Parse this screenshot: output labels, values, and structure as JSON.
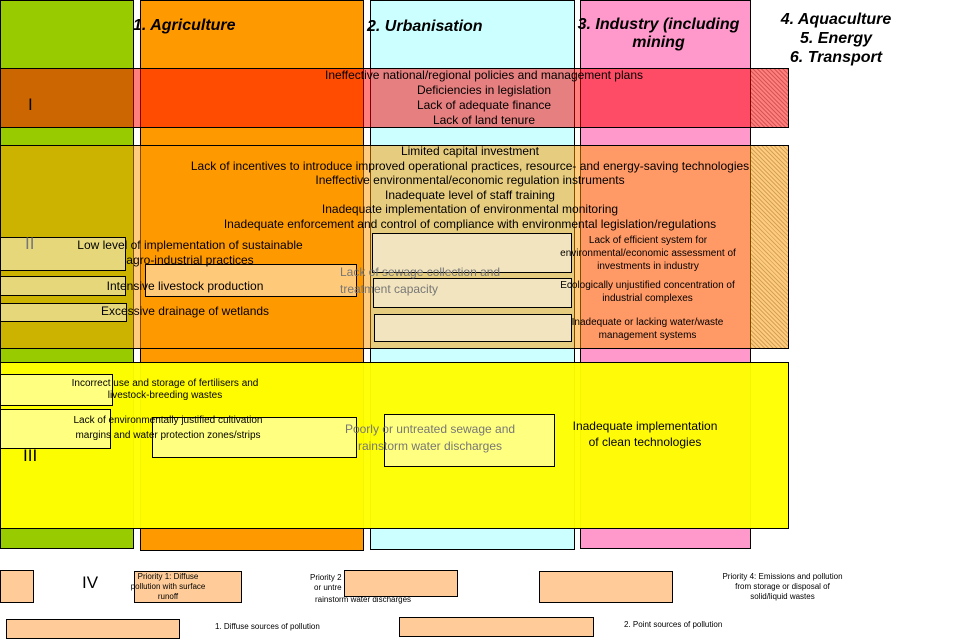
{
  "columns": [
    {
      "label": "1. Agriculture",
      "color": "#99cc00"
    },
    {
      "label": "",
      "color": "#ff9900"
    },
    {
      "label": "2. Urbanisation",
      "color": "#ccffff"
    },
    {
      "label": "3. Industry (including mining",
      "color": "#ff99cc"
    }
  ],
  "other_sectors": [
    "4. Aquaculture",
    "5. Energy",
    "6. Transport"
  ],
  "rows": {
    "i": "I",
    "ii": "II",
    "iii": "III",
    "iv": "IV"
  },
  "row1": [
    "Ineffective national/regional policies and management plans",
    "Deficiencies in legislation",
    "Lack of adequate finance",
    "Lack of land tenure"
  ],
  "row2": [
    "Limited capital investment",
    "Lack of incentives to introduce improved operational practices, resource- and energy-saving technologies",
    "Ineffective environmental/economic regulation instruments",
    "Inadequate level of staff training",
    "Inadequate implementation of environmental monitoring",
    "Inadequate enforcement and control of compliance with environmental legislation/regulations"
  ],
  "row2_agri": [
    "Low level of implementation of sustainable agro-industrial practices",
    "Intensive livestock production",
    "Excessive drainage of wetlands"
  ],
  "row2_urban": "Lack of sewage collection and treatment capacity",
  "row2_industry": [
    "Lack of efficient system for environmental/economic assessment of investments in industry",
    "Ecologically unjustified concentration of industrial complexes",
    "Inadequate or lacking water/waste management systems"
  ],
  "row3_agri": [
    "Incorrect use and storage of fertilisers and livestock-breeding wastes",
    "Lack of environmentally justified cultivation margins and water protection zones/strips"
  ],
  "row3_urban": "Poorly or untreated sewage and rainstorm water discharges",
  "row3_industry": "Inadequate implementation of clean technologies",
  "priorities": {
    "p1": "Priority 1: Diffuse pollution with surface runoff",
    "p2a": "Priority 2",
    "p2b": "or untre",
    "p2c": "rainstorm water discharges",
    "p4": "Priority 4: Emissions and pollution from storage or disposal of solid/liquid wastes"
  },
  "legend": {
    "diffuse": "1. Diffuse sources of pollution",
    "point": "2. Point sources of pollution"
  }
}
